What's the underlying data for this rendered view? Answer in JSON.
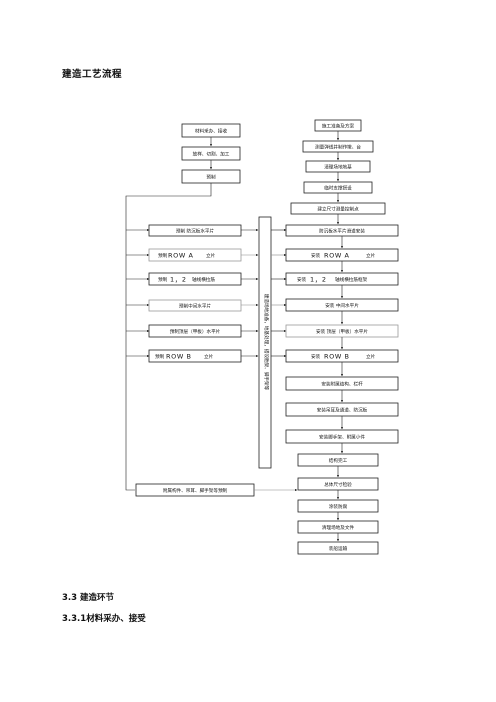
{
  "title": "建造工艺流程",
  "section_3_3": "3.3 建造环节",
  "section_3_3_1": "3.3.1材料采办、接受",
  "boxes": {
    "left_1": "材料采办、接收",
    "left_2": "放样、切割、加工",
    "left_3": "预制",
    "left_4": "预制  防沉板水平片",
    "left_5a": "预制",
    "left_5b": "ROW  A",
    "left_5c": "立片",
    "left_6a": "预制",
    "left_6b": "1，2",
    "left_6c": "轴线横拉筋",
    "left_7": "预制中间水平片",
    "left_8": "预制顶层（甲板）水平片",
    "left_9a": "预制",
    "left_9b": "ROW  B",
    "left_9c": "立片",
    "left_10": "附属构件、吊耳、脚手架等预制",
    "center": "建造场地准备，地基处理，搭设胎架、脚手架等",
    "right_1": "施工准备及方案",
    "right_2": "测量弹线并制作墩、台",
    "right_3": "清理场地地基",
    "right_4": "临时支撑搭设",
    "right_5": "建立尺寸测量控制点",
    "right_6": "防沉板水平片滑道安装",
    "right_7a": "安装",
    "right_7b": "ROW  A",
    "right_7c": "立片",
    "right_8a": "安装",
    "right_8b": "1，2",
    "right_8c": "轴线横拉筋框架",
    "right_9": "安装  中间水平片",
    "right_10": "安装  顶层（甲板）水平片",
    "right_11a": "安装",
    "right_11b": "ROW  B",
    "right_11c": "立片",
    "right_12": "安装附属结构、栏杆",
    "right_13": "安装吊耳及通道、防沉板",
    "right_14": "安装脚手架、附属小件",
    "right_15": "结构完工",
    "right_16": "总体尺寸检验",
    "right_17": "涂装防腐",
    "right_18": "清理场地及文件",
    "right_19": "装船运输"
  }
}
